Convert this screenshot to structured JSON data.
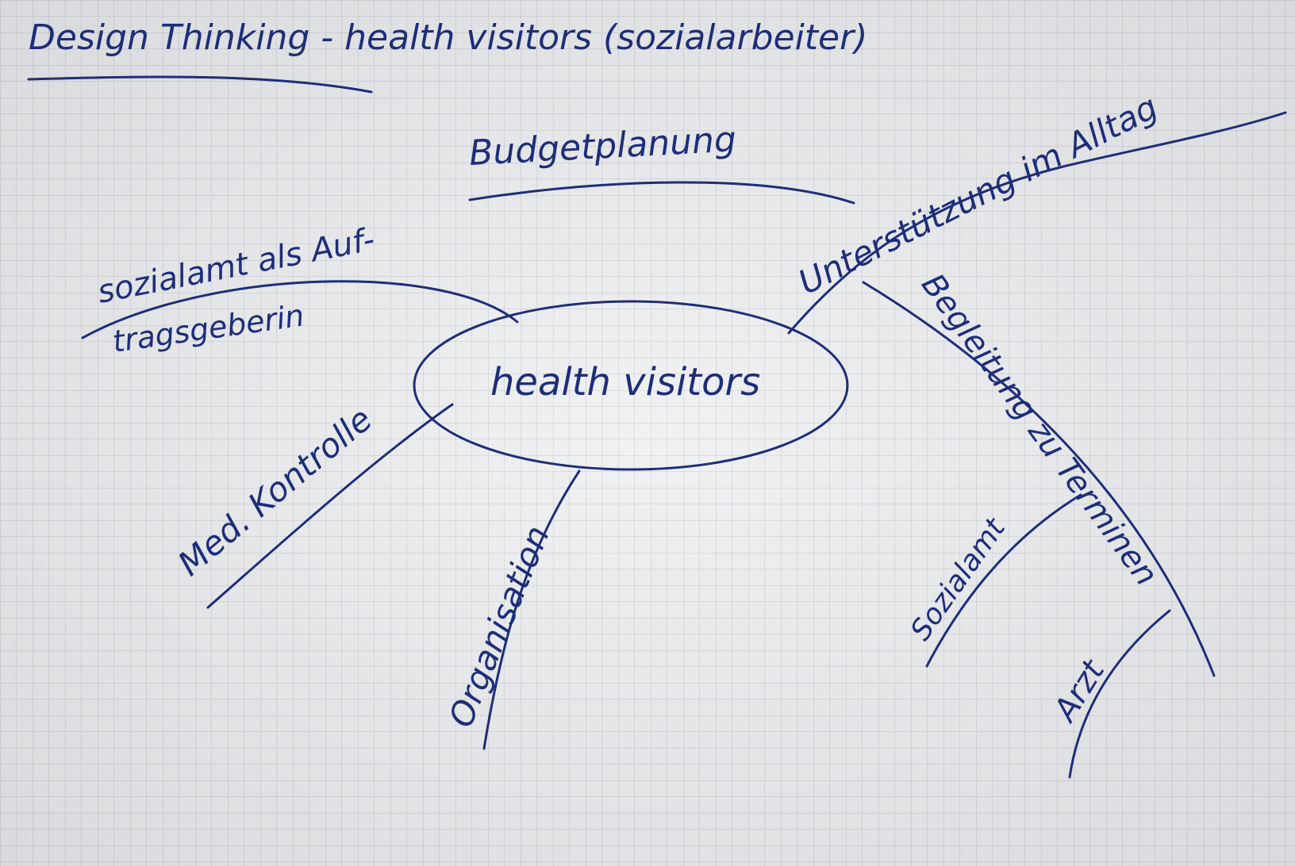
{
  "title": "Design Thinking - health visitors (sozialarbeiter)",
  "center": "health visitors",
  "branches": {
    "budget": "Budgetplanung",
    "sozialamt_line1": "sozialamt als Auf-",
    "sozialamt_line2": "tragsgeberin",
    "med": "Med. Kontrolle",
    "organisation": "Organisation",
    "alltag": "Unterstützung im Alltag",
    "begleitung": "Begleitung zu Terminen",
    "sub_sozialamt": "Sozialamt",
    "sub_arzt": "Arzt"
  },
  "colors": {
    "ink": "#1d2e78",
    "paper": "#e9eaec",
    "grid": "#b9bcc4"
  }
}
